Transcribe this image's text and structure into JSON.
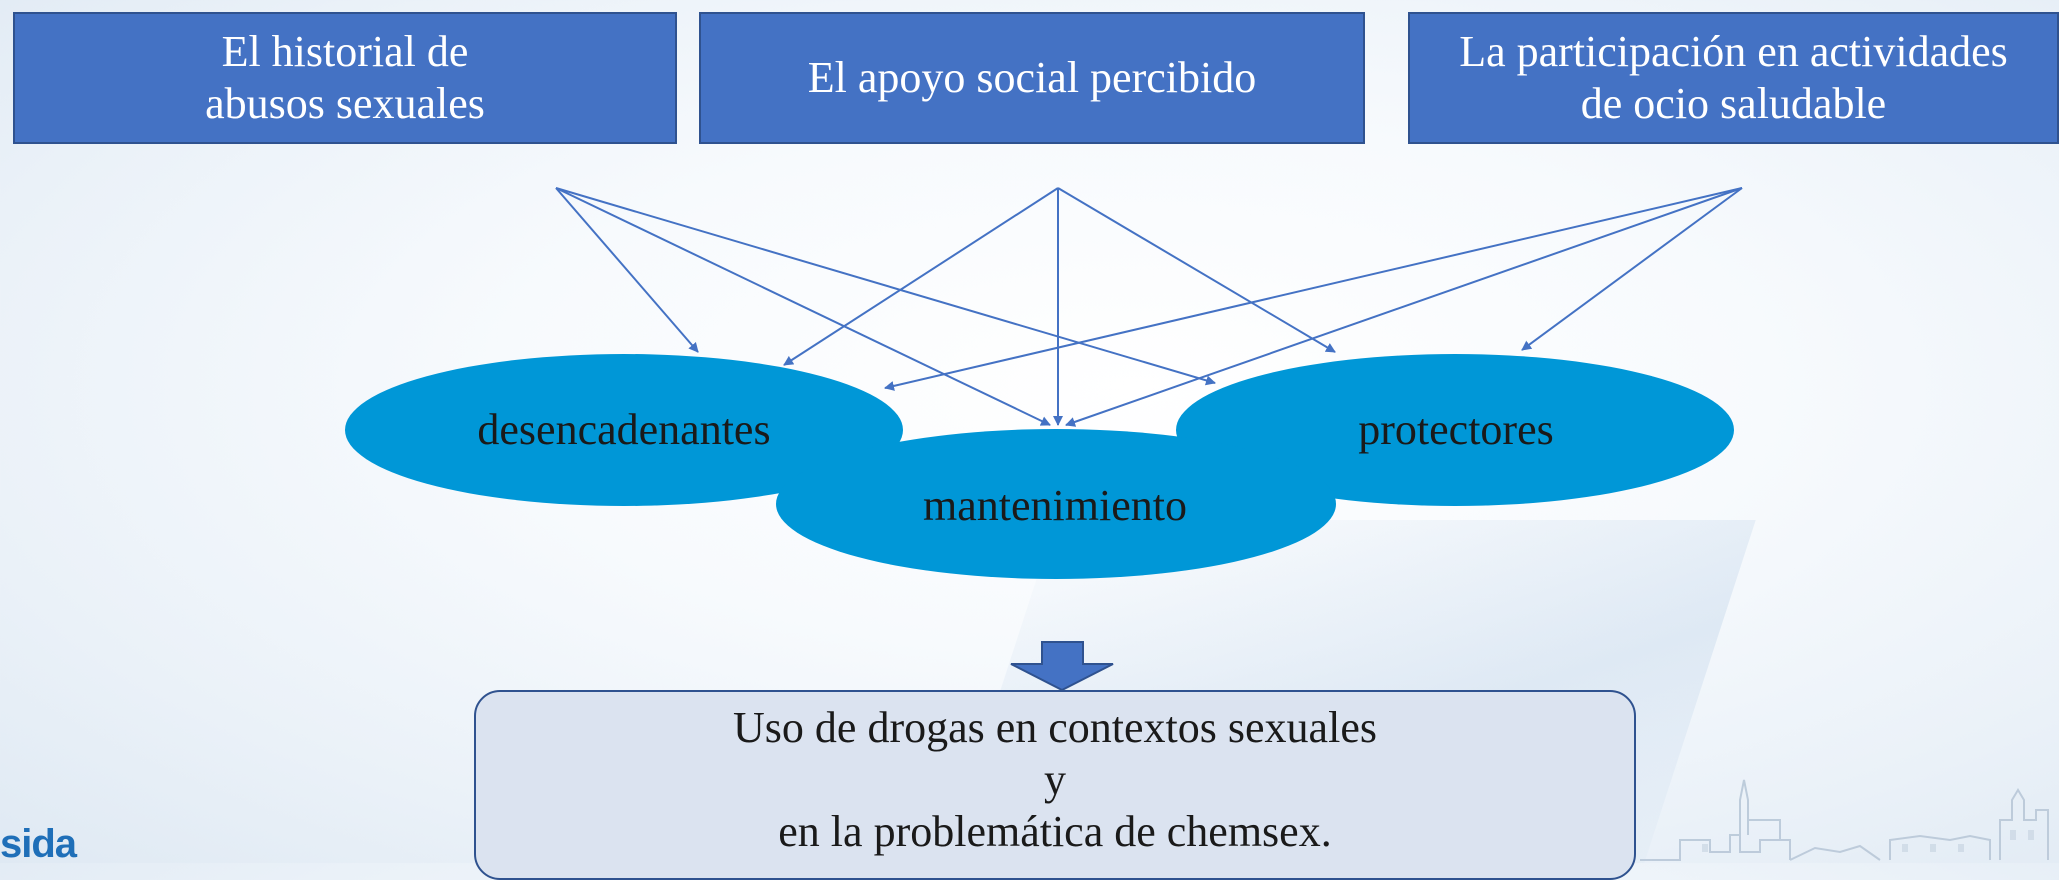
{
  "factors": [
    {
      "text": "El historial de\nabusos sexuales"
    },
    {
      "text": "El apoyo social percibido"
    },
    {
      "text": "La participación en actividades\nde ocio saludable"
    }
  ],
  "ovals": {
    "desencadenantes": "desencadenantes",
    "mantenimiento": "mantenimiento",
    "protectores": "protectores"
  },
  "result": {
    "line1": "Uso de drogas en contextos sexuales",
    "line2": "y",
    "line3": "en la problemática de chemsex."
  },
  "logo_text": "sida",
  "colors": {
    "factor_fill": "#4472c4",
    "oval_fill": "#0097d7",
    "arrow": "#4472c4",
    "result_fill": "#dbe3f0"
  }
}
